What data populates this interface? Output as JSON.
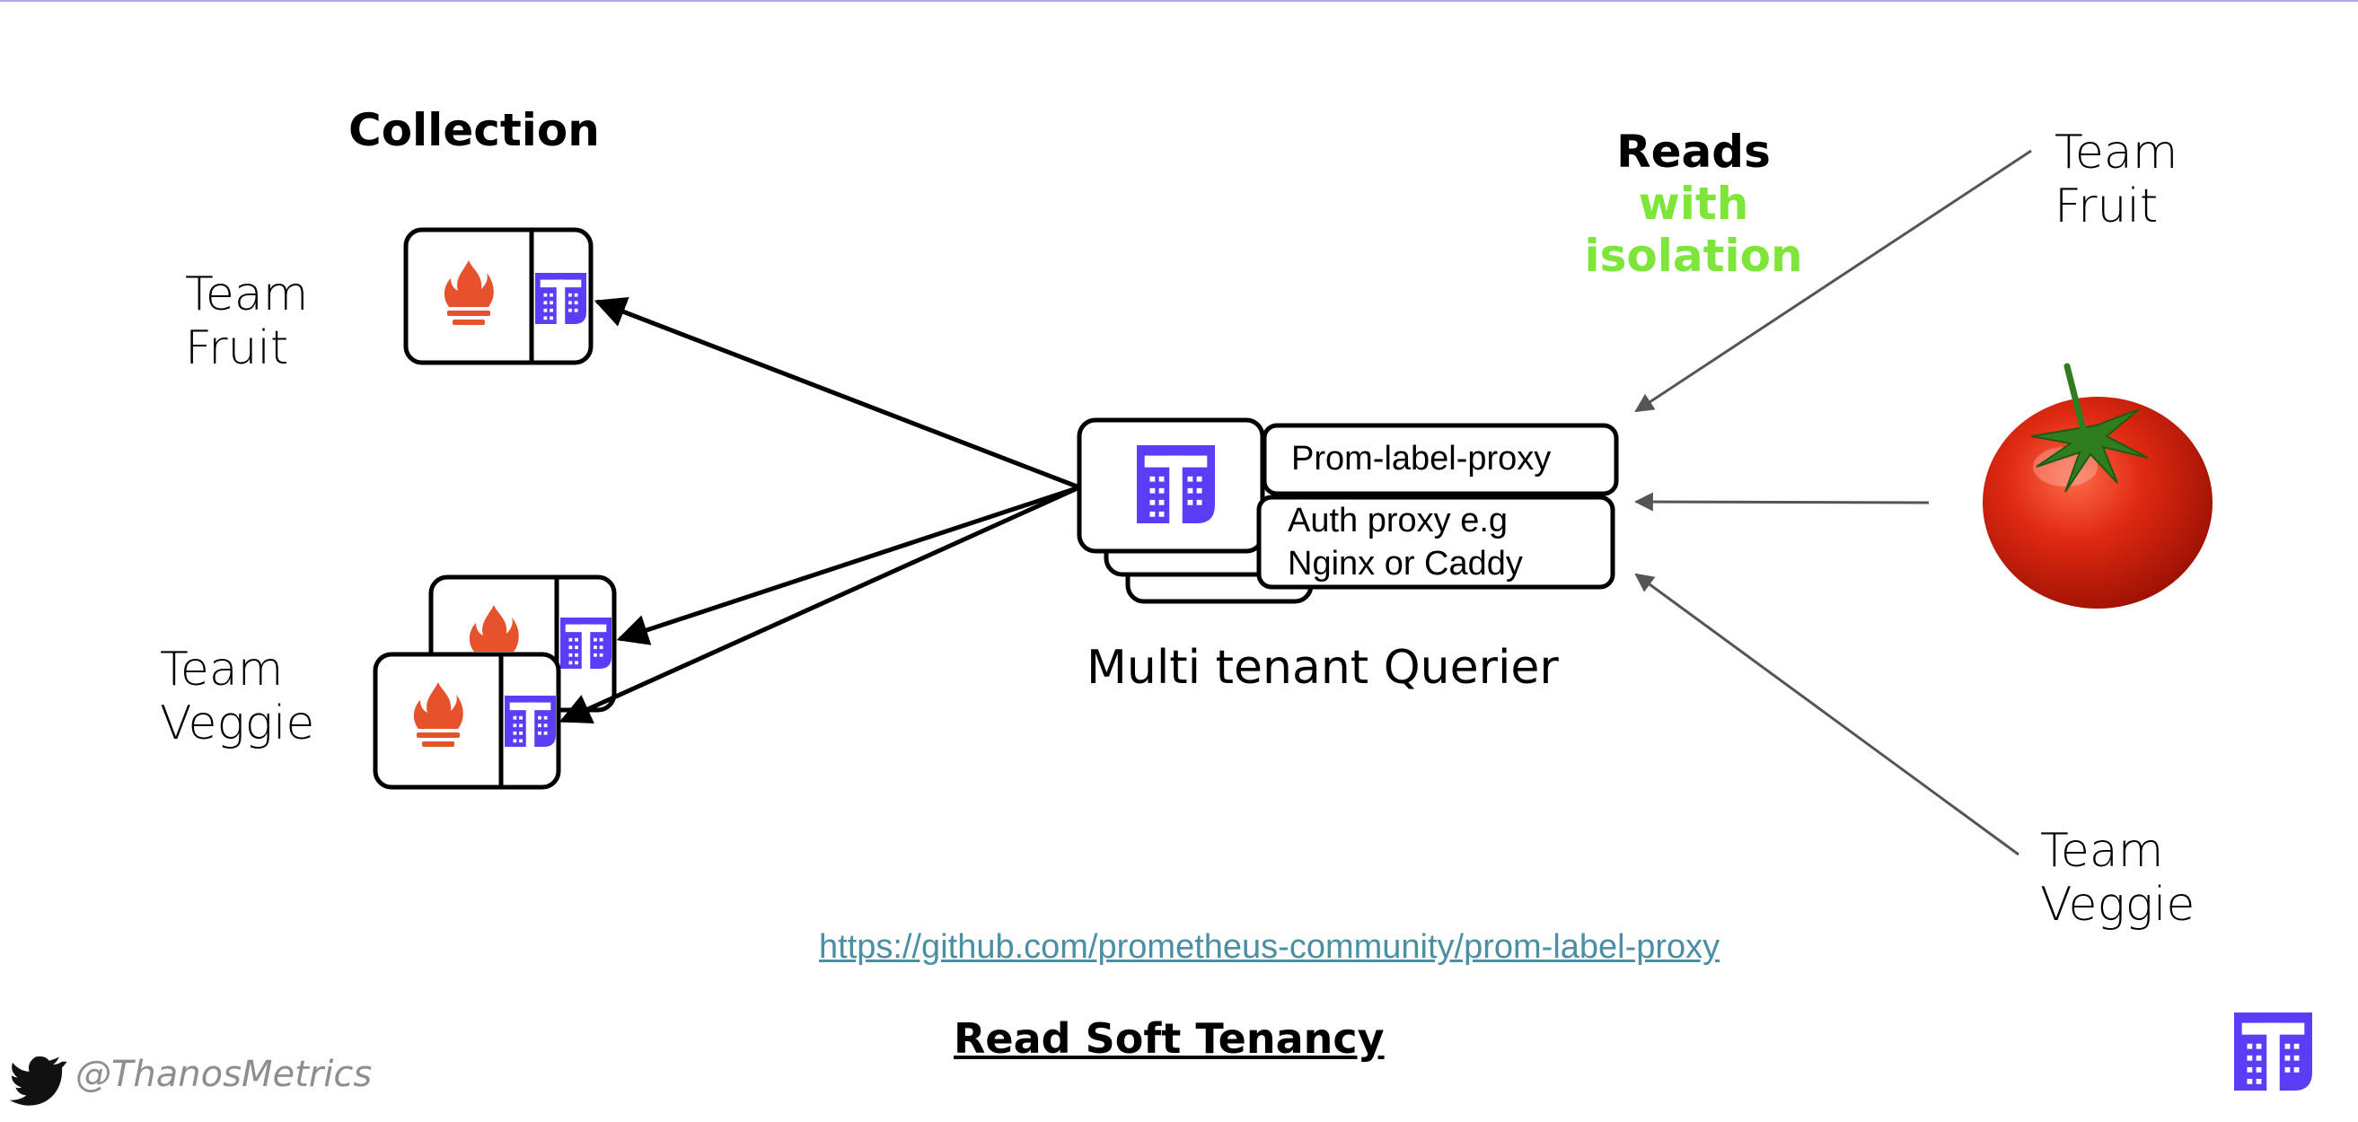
{
  "collection": {
    "title": "Collection",
    "team_fruit": {
      "line1": "Team",
      "line2": "Fruit"
    },
    "team_veggie": {
      "line1": "Team",
      "line2": "Veggie"
    }
  },
  "querier": {
    "label": "Multi tenant Querier",
    "prom_label_proxy": "Prom-label-proxy",
    "auth_proxy_line1": "Auth proxy e.g",
    "auth_proxy_line2": "Nginx or Caddy"
  },
  "reads": {
    "title": "Reads",
    "subtitle": "with isolation",
    "team_fruit": {
      "line1": "Team",
      "line2": "Fruit"
    },
    "team_veggie": {
      "line1": "Team",
      "line2": "Veggie"
    }
  },
  "link": "https://github.com/prometheus-community/prom-label-proxy",
  "footer": {
    "title": "Read Soft Tenancy",
    "twitter_handle": "@ThanosMetrics"
  },
  "colors": {
    "thanos_purple": "#5b3df5",
    "prometheus_red": "#e6522c",
    "isolation_green": "#7ee53a",
    "link_teal": "#4a90a4"
  },
  "icons": {
    "prometheus": "prometheus-flame-icon",
    "thanos": "thanos-logo-icon",
    "twitter": "twitter-bird-icon",
    "tomato": "tomato-image"
  }
}
